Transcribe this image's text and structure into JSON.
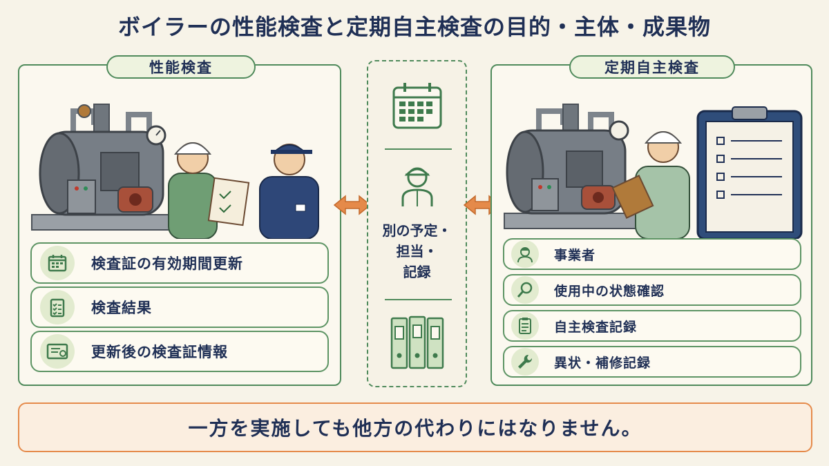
{
  "title": "ボイラーの性能検査と定期自主検査の目的・主体・成果物",
  "left_panel": {
    "tag": "性能検査",
    "items": [
      {
        "label": "検査証の有効期間更新",
        "icon": "calendar-icon"
      },
      {
        "label": "検査結果",
        "icon": "checklist-icon"
      },
      {
        "label": "更新後の検査証情報",
        "icon": "certificate-icon"
      }
    ]
  },
  "center": {
    "label_lines": [
      "別の予定・",
      "担当・",
      "記録"
    ],
    "icons": [
      "calendar-icon",
      "worker-icon",
      "binders-icon"
    ]
  },
  "right_panel": {
    "tag": "定期自主検査",
    "items": [
      {
        "label": "事業者",
        "icon": "worker-icon"
      },
      {
        "label": "使用中の状態確認",
        "icon": "magnifier-icon"
      },
      {
        "label": "自主検査記録",
        "icon": "clipboard-icon"
      },
      {
        "label": "異状・補修記録",
        "icon": "wrench-icon"
      }
    ]
  },
  "footer": {
    "text": "一方を実施しても他方の代わりにはなりません。"
  },
  "colors": {
    "navy": "#1f2f55",
    "green": "#4f8a5b",
    "orange": "#e58a4a",
    "cream": "#f7f3e8"
  }
}
